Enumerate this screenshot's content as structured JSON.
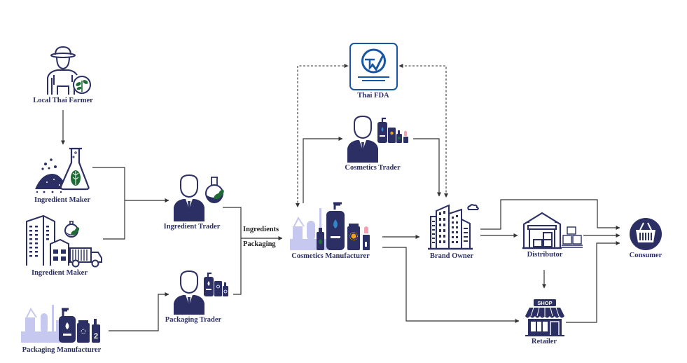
{
  "diagram": {
    "title": "Thai cosmetics supply chain",
    "colors": {
      "navy": "#2b2f63",
      "green": "#1f6b35",
      "light_purple": "#c7c8f0",
      "fda_blue": "#1656a3",
      "accent_blue": "#2f86c8",
      "accent_orange": "#f0a020",
      "accent_pink": "#f3a0b4",
      "line": "#333333"
    },
    "nodes": {
      "farmer": {
        "label": "Local Thai Farmer",
        "icon": "farmer-icon"
      },
      "ingredient_maker_1": {
        "label": "Ingredient Maker",
        "icon": "ingredient-flask-icon"
      },
      "ingredient_maker_2": {
        "label": "Ingredient Maker",
        "icon": "factory-truck-icon"
      },
      "packaging_manufacturer": {
        "label": "Packaging Manufacturer",
        "icon": "packaging-factory-icon"
      },
      "ingredient_trader": {
        "label": "Ingredient Trader",
        "icon": "trader-flask-icon"
      },
      "packaging_trader": {
        "label": "Packaging Trader",
        "icon": "trader-bottles-icon"
      },
      "cosmetics_manufacturer": {
        "label": "Cosmetics Manufacturer",
        "icon": "cosmetics-factory-icon"
      },
      "thai_fda": {
        "label": "Thai FDA",
        "icon": "fda-logo-icon"
      },
      "cosmetics_trader": {
        "label": "Cosmetics Trader",
        "icon": "trader-cosmetics-icon"
      },
      "brand_owner": {
        "label": "Brand Owner",
        "icon": "office-buildings-icon"
      },
      "distributor": {
        "label": "Distributor",
        "icon": "warehouse-icon"
      },
      "retailer": {
        "label": "Retailer",
        "icon": "shop-icon",
        "sign": "SHOP"
      },
      "consumer": {
        "label": "Consumer",
        "icon": "shopping-basket-icon"
      }
    },
    "edge_labels": {
      "ingredients": "Ingredients",
      "packaging": "Packaging"
    },
    "edges": [
      {
        "from": "farmer",
        "to": "ingredient_maker_1",
        "style": "solid"
      },
      {
        "from": "ingredient_maker_1",
        "to": "ingredient_trader",
        "style": "solid"
      },
      {
        "from": "ingredient_maker_2",
        "to": "ingredient_trader",
        "style": "solid"
      },
      {
        "from": "packaging_manufacturer",
        "to": "packaging_trader",
        "style": "solid"
      },
      {
        "from": "ingredient_trader",
        "to": "cosmetics_manufacturer",
        "style": "solid",
        "label": "Ingredients"
      },
      {
        "from": "packaging_trader",
        "to": "cosmetics_manufacturer",
        "style": "solid",
        "label": "Packaging"
      },
      {
        "from": "cosmetics_manufacturer",
        "to": "cosmetics_trader",
        "style": "solid"
      },
      {
        "from": "cosmetics_trader",
        "to": "brand_owner",
        "style": "solid"
      },
      {
        "from": "thai_fda",
        "to": "cosmetics_manufacturer",
        "style": "dashed",
        "bidirectional": true
      },
      {
        "from": "thai_fda",
        "to": "brand_owner",
        "style": "dashed",
        "bidirectional": true
      },
      {
        "from": "cosmetics_manufacturer",
        "to": "brand_owner",
        "style": "solid"
      },
      {
        "from": "cosmetics_manufacturer",
        "to": "retailer",
        "style": "solid"
      },
      {
        "from": "brand_owner",
        "to": "distributor",
        "style": "solid"
      },
      {
        "from": "brand_owner",
        "to": "consumer",
        "style": "solid"
      },
      {
        "from": "distributor",
        "to": "retailer",
        "style": "solid"
      },
      {
        "from": "distributor",
        "to": "consumer",
        "style": "solid"
      },
      {
        "from": "retailer",
        "to": "consumer",
        "style": "solid"
      }
    ]
  }
}
